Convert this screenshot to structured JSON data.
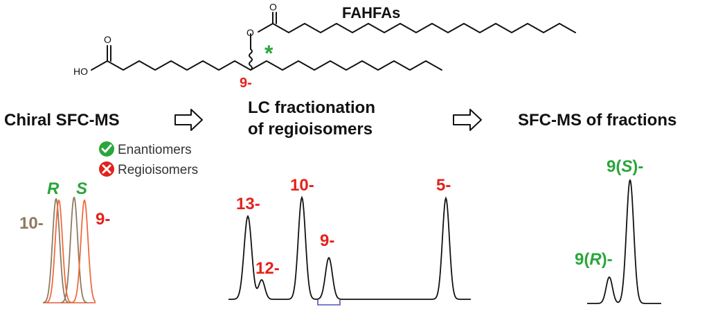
{
  "molecule": {
    "class_label": "FAHFAs",
    "oxygen_symbol": "O",
    "hydroxyl_label": "HO",
    "chiral_marker": "*",
    "position_label": "9-"
  },
  "steps": {
    "step1": "Chiral SFC-MS",
    "step2_line1": "LC fractionation",
    "step2_line2": "of regioisomers",
    "step3": "SFC-MS of fractions"
  },
  "legend": {
    "enantiomers": "Enantiomers",
    "regioisomers": "Regioisomers"
  },
  "panel1": {
    "r_label": "R",
    "s_label": "S",
    "label_10": "10-",
    "label_9": "9-"
  },
  "panel2": {
    "peak_13": "13-",
    "peak_12": "12-",
    "peak_10": "10-",
    "peak_9": "9-",
    "peak_5": "5-"
  },
  "panel3": {
    "s_prefix": "9(",
    "s_letter": "S",
    "s_suffix": ")-",
    "r_prefix": "9(",
    "r_letter": "R",
    "r_suffix": ")-"
  },
  "colors": {
    "red": "#e3221b",
    "green": "#2aa63a",
    "taupe": "#8d7a5e",
    "orange": "#ef6a3c",
    "black": "#111111",
    "blue": "#4a55b8"
  }
}
